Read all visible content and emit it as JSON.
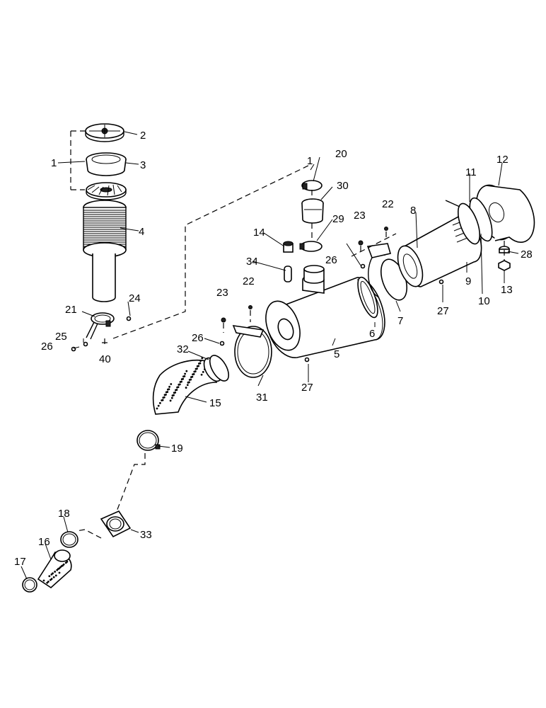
{
  "callouts": [
    {
      "id": "c1",
      "text": "1"
    },
    {
      "id": "c2",
      "text": "2"
    },
    {
      "id": "c3",
      "text": "3"
    },
    {
      "id": "c4",
      "text": "4"
    },
    {
      "id": "c5",
      "text": "5"
    },
    {
      "id": "c6",
      "text": "6"
    },
    {
      "id": "c7",
      "text": "7"
    },
    {
      "id": "c8",
      "text": "8"
    },
    {
      "id": "c9",
      "text": "9"
    },
    {
      "id": "c10",
      "text": "10"
    },
    {
      "id": "c11",
      "text": "11"
    },
    {
      "id": "c12",
      "text": "12"
    },
    {
      "id": "c13",
      "text": "13"
    },
    {
      "id": "c14",
      "text": "14"
    },
    {
      "id": "c15",
      "text": "15"
    },
    {
      "id": "c16",
      "text": "16"
    },
    {
      "id": "c17",
      "text": "17"
    },
    {
      "id": "c18",
      "text": "18"
    },
    {
      "id": "c19",
      "text": "19"
    },
    {
      "id": "c20",
      "text": "20"
    },
    {
      "id": "c21",
      "text": "21"
    },
    {
      "id": "c22a",
      "text": "22"
    },
    {
      "id": "c22b",
      "text": "22"
    },
    {
      "id": "c23a",
      "text": "23"
    },
    {
      "id": "c23b",
      "text": "23"
    },
    {
      "id": "c24",
      "text": "24"
    },
    {
      "id": "c25",
      "text": "25"
    },
    {
      "id": "c26a",
      "text": "26"
    },
    {
      "id": "c26b",
      "text": "26"
    },
    {
      "id": "c26c",
      "text": "26"
    },
    {
      "id": "c27a",
      "text": "27"
    },
    {
      "id": "c27b",
      "text": "27"
    },
    {
      "id": "c28",
      "text": "28"
    },
    {
      "id": "c29",
      "text": "29"
    },
    {
      "id": "c30",
      "text": "30"
    },
    {
      "id": "c31",
      "text": "31"
    },
    {
      "id": "c32",
      "text": "32"
    },
    {
      "id": "c33",
      "text": "33"
    },
    {
      "id": "c34",
      "text": "34"
    },
    {
      "id": "c40",
      "text": "40"
    },
    {
      "id": "c1b",
      "text": "1"
    }
  ]
}
